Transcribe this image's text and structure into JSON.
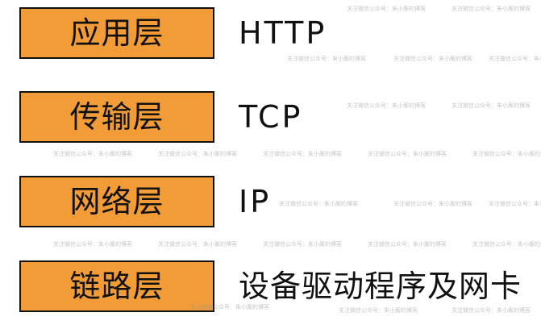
{
  "colors": {
    "box_fill": "#f29c38",
    "box_border": "#111111",
    "text": "#111111",
    "background": "#ffffff"
  },
  "layers": [
    {
      "name": "应用层",
      "protocol": "HTTP"
    },
    {
      "name": "传输层",
      "protocol": "TCP"
    },
    {
      "name": "网络层",
      "protocol": "IP"
    },
    {
      "name": "链路层",
      "protocol": "设备驱动程序及网卡"
    }
  ],
  "watermark": {
    "text": "关注微信公众号：朱小厮的博客"
  }
}
